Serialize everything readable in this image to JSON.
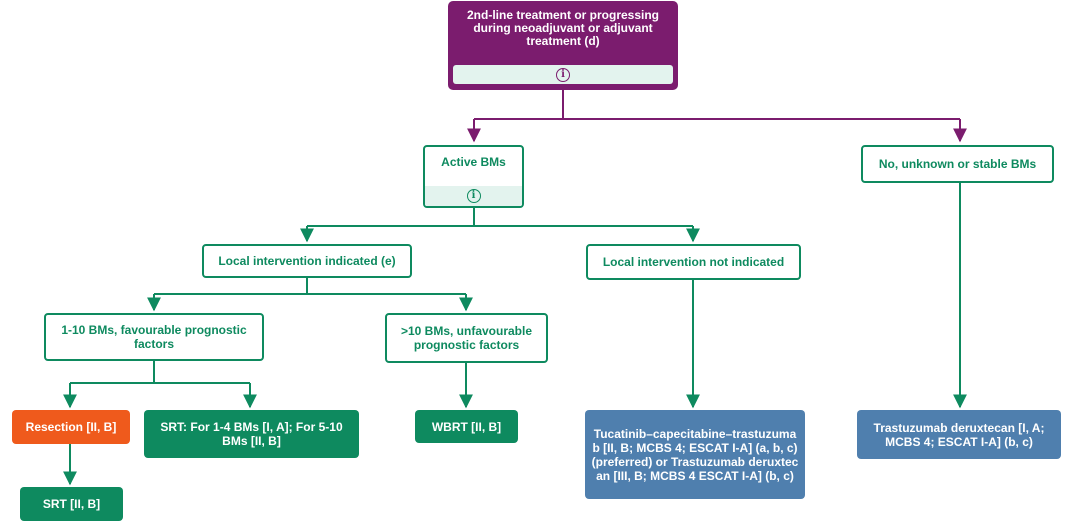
{
  "nodes": {
    "root": {
      "label": "2nd-line treatment or progressing during neoadjuvant or adjuvant treatment (d)",
      "icon": "info-icon"
    },
    "active_bms": {
      "label": "Active BMs",
      "icon": "info-icon"
    },
    "no_unknown_stable": {
      "label": "No, unknown  or stable BMs"
    },
    "local_indicated": {
      "label": "Local intervention indicated (e)"
    },
    "local_not_indicated": {
      "label": "Local intervention not indicated"
    },
    "favourable": {
      "label": "1-10 BMs, favourable prognostic factors"
    },
    "unfavourable": {
      "label": ">10 BMs, unfavourable prognostic factors"
    },
    "resection": {
      "label": "Resection [II, B]"
    },
    "srt_ranges": {
      "label": "SRT: For 1-4 BMs [I, A]; For 5-10 BMs [II, B]"
    },
    "wbrt": {
      "label": "WBRT [II, B]"
    },
    "srt": {
      "label": "SRT [II, B]"
    },
    "tucatinib": {
      "label": "Tucatinib–capecitabine–trastuzumab [II, B; MCBS 4; ESCAT I-A] (a, b, c) (preferred) or Trastuzumab deruxtecan [III, B; MCBS 4 ESCAT I-A] (b, c)"
    },
    "trastuzumab": {
      "label": "Trastuzumab deruxtecan [I, A; MCBS 4; ESCAT I-A] (b, c)"
    }
  },
  "info_glyph": "i",
  "colors": {
    "purple": "#7b1c6e",
    "green": "#0e8a5f",
    "orange": "#ef5a1c",
    "blue": "#4f7fae",
    "info_bar": "#e3f3ee"
  }
}
